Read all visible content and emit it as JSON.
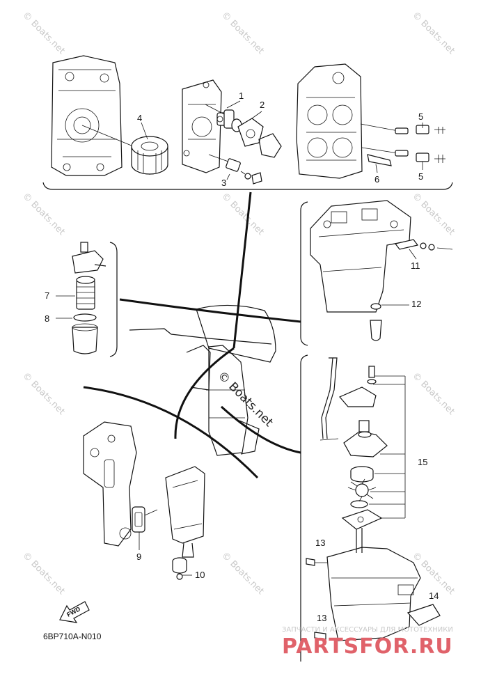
{
  "diagram": {
    "drawing_code": "6BP710A-N010",
    "fwd_label": "FWD",
    "callouts": [
      "1",
      "2",
      "3",
      "4",
      "5",
      "5",
      "6",
      "7",
      "8",
      "9",
      "10",
      "11",
      "12",
      "13",
      "13",
      "14",
      "15"
    ],
    "watermark": "© Boats.net",
    "center_watermark": "© Boats.net",
    "shop_caption": "ЗАПЧАСТИ И АКСЕССУАРЫ ДЛЯ МОТОТЕХНИКИ",
    "shop_brand": "PARTSFOR.RU"
  }
}
